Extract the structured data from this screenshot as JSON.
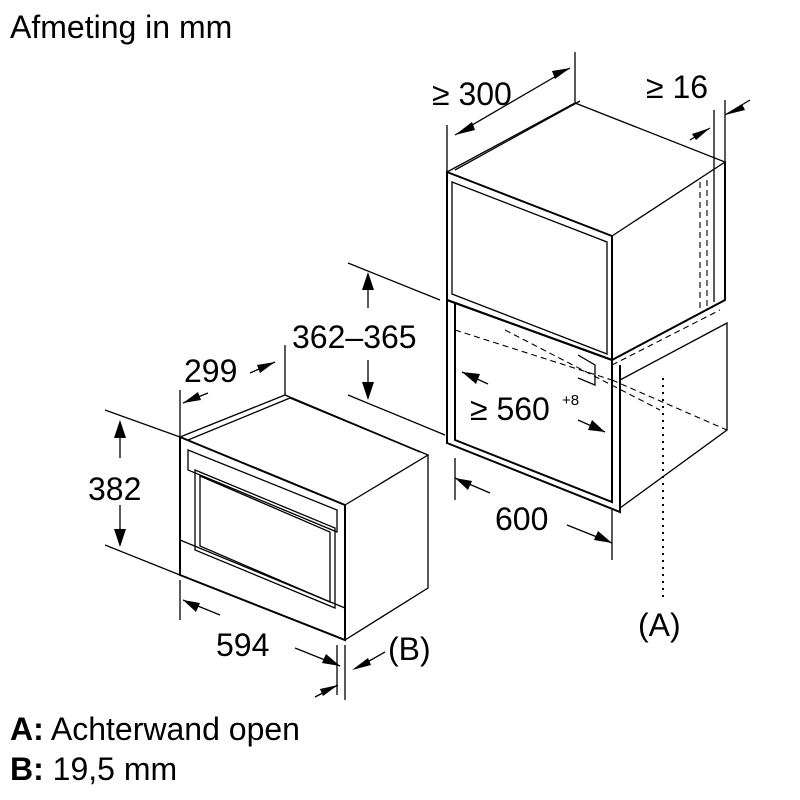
{
  "title": "Afmeting in mm",
  "dimensions": {
    "cabinet_depth": "≥ 300",
    "cabinet_gap": "≥ 16",
    "niche_height": "362–365",
    "niche_depth_value": "≥ 560",
    "niche_depth_tolerance": "+8",
    "niche_width": "600",
    "device_depth": "299",
    "device_height": "382",
    "device_width": "594"
  },
  "markers": {
    "a": "(A)",
    "b": "(B)"
  },
  "legend": {
    "a_key": "A:",
    "a_text": " Achterwand open",
    "b_key": "B:",
    "b_text": " 19,5 mm"
  }
}
